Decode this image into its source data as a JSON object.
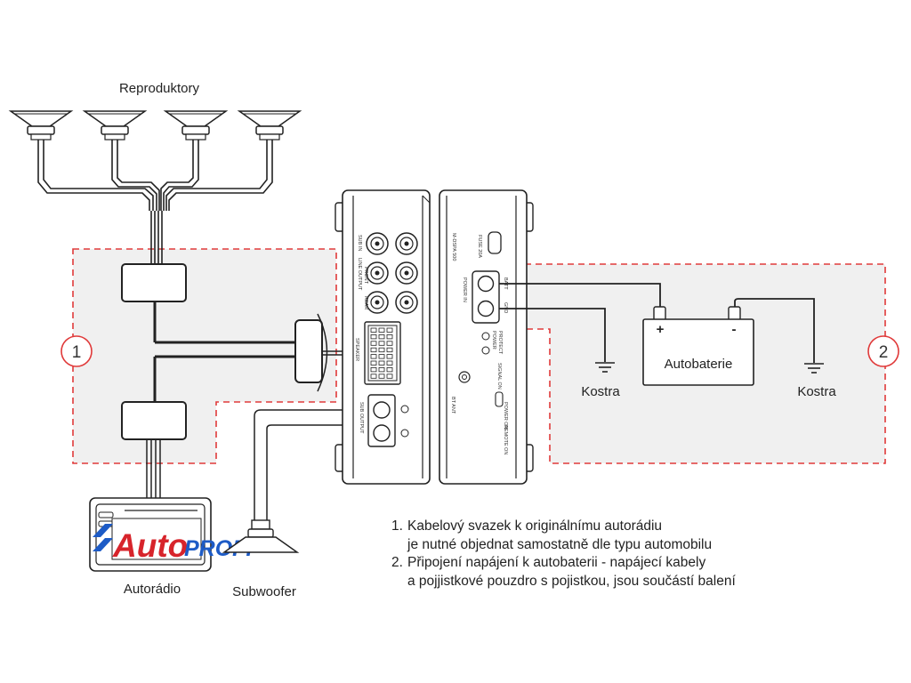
{
  "labels": {
    "speakers": "Reproduktory",
    "head_unit": "Autorádio",
    "subwoofer": "Subwoofer",
    "battery": "Autobaterie",
    "ground_left": "Kostra",
    "ground_right": "Kostra",
    "plus": "+",
    "minus": "-",
    "zone_1": "1",
    "zone_2": "2"
  },
  "device_left": {
    "side_label_top": "SUB IN",
    "side_label_line": "LINE OUTPUT",
    "side_label_front": "FRONT",
    "side_label_rear": "REAR",
    "speaker_label": "SPEAKER",
    "sub_output": "SUB OUTPUT"
  },
  "device_right": {
    "model": "M-DSPA 500",
    "fuse": "FUSE 20A",
    "power_in": "POWER IN",
    "batt": "BATT",
    "gnd": "GND",
    "power": "POWER",
    "protect": "PROTECT",
    "signal_on": "SIGNAL ON",
    "power_on": "POWER ON",
    "bt_ant": "BT ANT",
    "remote_on": "REMOTE ON"
  },
  "logo": {
    "part1": "Auto",
    "part2": "PROFI"
  },
  "notes": [
    {
      "num": "1.",
      "line1": "Kabelový svazek k originálnímu autorádiu",
      "line2": "je nutné objednat samostatně dle typu automobilu"
    },
    {
      "num": "2.",
      "line1": "Připojení napájení k autobaterii - napájecí kabely",
      "line2": "a pojjistkové pouzdro s pojistkou, jsou součástí balení"
    }
  ],
  "colors": {
    "dashed_border": "#e03a3a",
    "zone_fill": "#f0f0f0",
    "logo_red": "#d7242b",
    "logo_blue": "#1d5bc6"
  }
}
